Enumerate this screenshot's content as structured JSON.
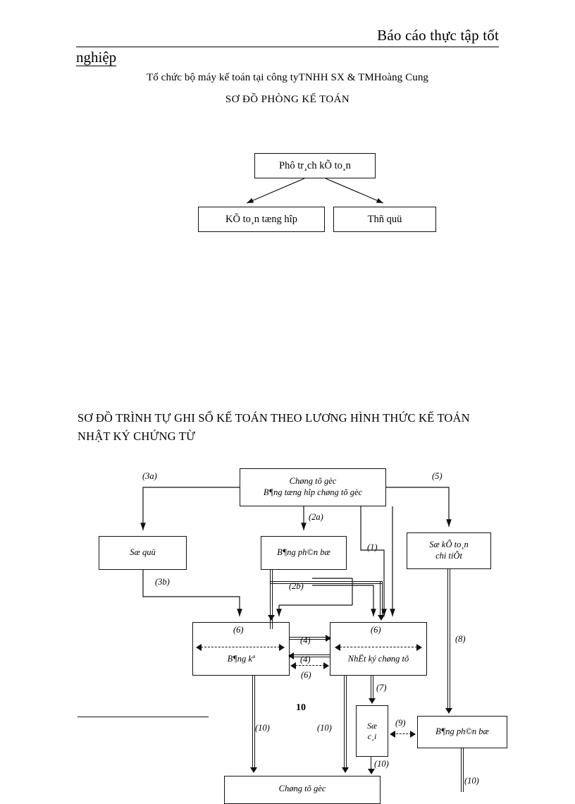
{
  "document": {
    "header_right": "Báo cáo thực tập tốt",
    "header_left_continuation": "nghiệp",
    "subtitle_1": "Tổ chức bộ máy kế toán tại công tyTNHH SX & TMHoàng Cung",
    "subtitle_2": "SƠ ĐỒ PHÒNG KẾ TOÁN",
    "section_heading_2_line1": "SƠ ĐỒ TRÌNH TỰ GHI SỔ KẾ TOÁN THEO LƯƠNG HÌNH THỨC KẾ TOÁN",
    "section_heading_2_line2": "NHẬT KÝ CHỨNG TỪ",
    "page_number": "10"
  },
  "org_chart": {
    "type": "diagram",
    "title": "SƠ ĐỒ PHÒNG KẾ TOÁN",
    "nodes": [
      {
        "id": "n1",
        "label": "Phô tr¸ch kÕ to¸n",
        "level": 0
      },
      {
        "id": "n2",
        "label": "KÕ to¸n tæng  hîp",
        "level": 1
      },
      {
        "id": "n3",
        "label": "Thñ quü",
        "level": 1
      }
    ],
    "edges": [
      {
        "from": "n1",
        "to": "n2"
      },
      {
        "from": "n1",
        "to": "n3"
      }
    ]
  },
  "flowchart": {
    "type": "diagram",
    "title": "SƠ ĐỒ TRÌNH TỰ GHI SỔ KẾ TOÁN THEO LƯƠNG HÌNH THỨC KẾ TOÁN NHẬT KÝ CHỨNG TỪ",
    "nodes": [
      {
        "id": "f1",
        "label_line1": "Chøng tõ gèc",
        "label_line2": "B¶ng tæng hîp chøng tõ gèc"
      },
      {
        "id": "f2",
        "label_line1": "Sæ quü"
      },
      {
        "id": "f3",
        "label_line1": "B¶ng ph©n  bæ"
      },
      {
        "id": "f4",
        "label_line1": "Sæ kÕ to¸n",
        "label_line2": "chi tiÕt"
      },
      {
        "id": "f5",
        "label_line1": "B¶ng  kª"
      },
      {
        "id": "f6",
        "label_line1": "NhËt ký chøng tõ"
      },
      {
        "id": "f7",
        "label_line1": "Sæ",
        "label_line2": "c¸i"
      },
      {
        "id": "f8",
        "label_line1": "B¶ng ph©n bæ"
      },
      {
        "id": "f9",
        "label_line1": "Chøng tõ gèc"
      }
    ],
    "edge_labels": [
      {
        "id": "e3a",
        "text": "(3a)"
      },
      {
        "id": "e5",
        "text": "(5)"
      },
      {
        "id": "e2a",
        "text": "(2a)"
      },
      {
        "id": "e1",
        "text": "(1)"
      },
      {
        "id": "e3b",
        "text": "(3b)"
      },
      {
        "id": "e2b",
        "text": "(2b)"
      },
      {
        "id": "e6a",
        "text": "(6)"
      },
      {
        "id": "e6b",
        "text": "(6)"
      },
      {
        "id": "e4a",
        "text": "(4)"
      },
      {
        "id": "e4b",
        "text": "(4)"
      },
      {
        "id": "e6c",
        "text": "(6)"
      },
      {
        "id": "e8",
        "text": "(8)"
      },
      {
        "id": "e7",
        "text": "(7)"
      },
      {
        "id": "e9",
        "text": "(9)"
      },
      {
        "id": "e10a",
        "text": "(10)"
      },
      {
        "id": "e10b",
        "text": "(10)"
      },
      {
        "id": "e10c",
        "text": "(10)"
      },
      {
        "id": "e10d",
        "text": "(10)"
      }
    ]
  }
}
